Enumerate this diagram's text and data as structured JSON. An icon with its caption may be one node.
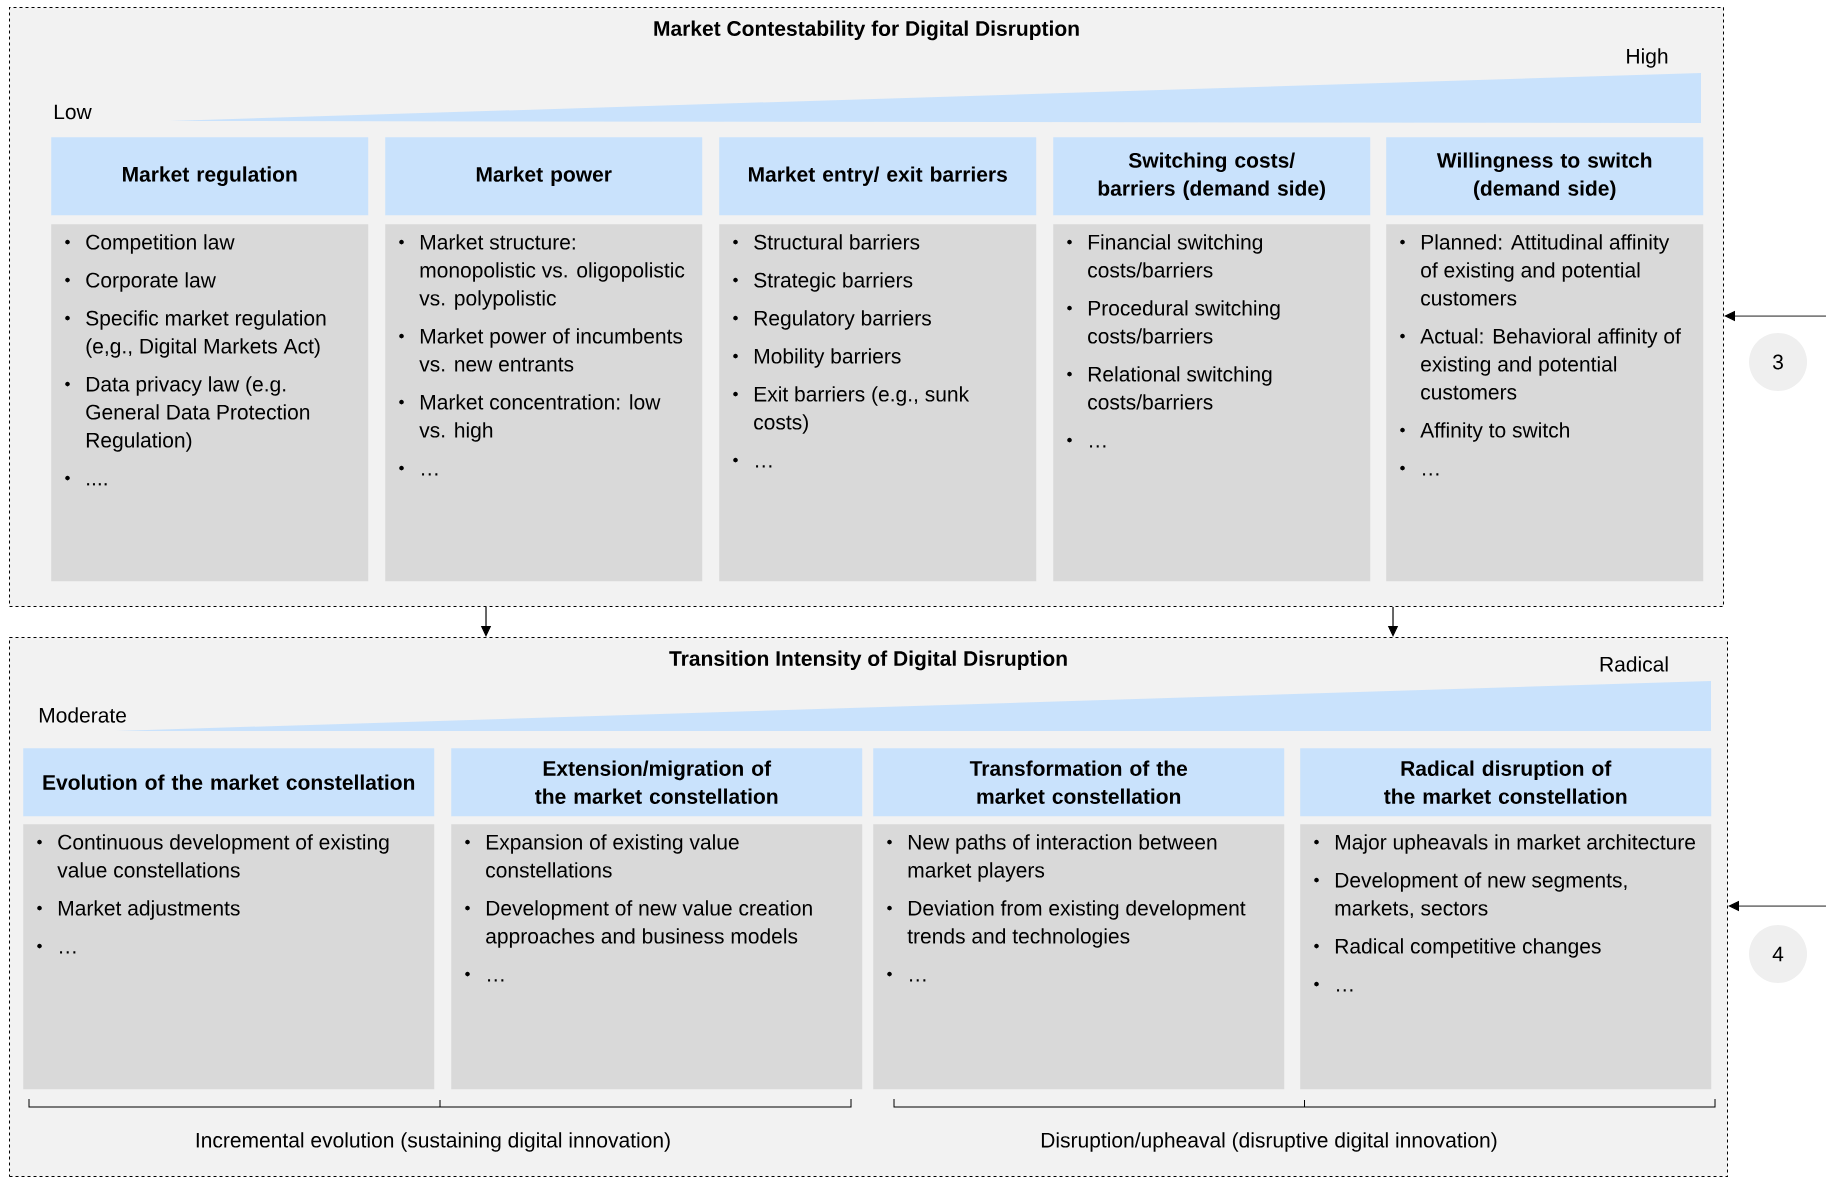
{
  "diagram": {
    "nodes": [
      {
        "text": [
          "Market Contestability for Digital Disruption"
        ]
      },
      {
        "text": [
          "Market regulation"
        ],
        "in": 0
      },
      {
        "text": [
          "Market power"
        ],
        "in": 0
      },
      {
        "text": [
          "Market entry/ exit barriers"
        ],
        "in": 0
      },
      {
        "text": [
          "Switching costs/ barriers (demand side)"
        ],
        "in": 0
      },
      {
        "text": [
          "Willingness to switch (demand side)"
        ],
        "in": 0
      },
      {
        "text": [
          "Competition law",
          "Corporate law",
          "Specific market regulation (e,g., Digital Markets Act)",
          "Data privacy law (e.g. General Data Protection Regulation)",
          "...."
        ],
        "in": 0
      },
      {
        "text": [
          "Market structure: monopolistic vs. oligopolistic vs. polypolistic",
          "Market power of incumbents vs. new entrants",
          "Market concentration: low vs. high",
          "…"
        ],
        "in": 0
      },
      {
        "text": [
          "Structural barriers",
          "Strategic barriers",
          "Regulatory barriers",
          "Mobility barriers",
          "Exit barriers (e.g., sunk costs)",
          "…"
        ],
        "in": 0
      },
      {
        "text": [
          "Financial switching costs/barriers",
          "Procedural switching costs/barriers",
          "Relational switching costs/barriers",
          "…"
        ],
        "in": 0
      },
      {
        "text": [
          "Planned: Attitudinal affinity of existing and potential customers",
          "Actual: Behavioral affinity of existing and potential customers",
          "Affinity to switch",
          "…"
        ],
        "in": 0
      },
      {
        "text": [
          "Transition Intensity of Digital Disruption"
        ]
      },
      {
        "text": [
          "Evolution of the market constellation"
        ],
        "in": 11
      },
      {
        "text": [
          "Extension/migration of the market constellation"
        ],
        "in": 11
      },
      {
        "text": [
          "Transformation of the market constellation"
        ],
        "in": 11
      },
      {
        "text": [
          "Radical disruption of the market constellation"
        ],
        "in": 11
      },
      {
        "text": [
          "Continuous development of existing value constellations",
          "Market adjustments",
          "…"
        ],
        "in": 11
      },
      {
        "text": [
          "Expansion of existing value constellations",
          "Development of new value creation approaches and business models",
          "…"
        ],
        "in": 11
      },
      {
        "text": [
          "New paths of interaction between market players",
          "Deviation from existing development trends and technologies",
          "…"
        ],
        "in": 11
      },
      {
        "text": [
          "Major upheavals in market architecture",
          "Development of new segments, markets, sectors",
          "Radical competitive changes",
          "…"
        ],
        "in": 11
      },
      {
        "text": [
          "3"
        ]
      },
      {
        "text": [
          "4"
        ]
      }
    ],
    "edges": [
      {
        "from": null,
        "to": 0,
        "arrow": "to"
      },
      {
        "from": null,
        "to": 11,
        "arrow": "to"
      },
      {
        "from": 0,
        "to": 11,
        "arrow": "to"
      },
      {
        "from": 0,
        "to": 11,
        "arrow": "to"
      }
    ],
    "labels": [
      "High",
      "Low",
      "Radical",
      "Moderate",
      "Incremental evolution (sustaining digital innovation)",
      "Disruption/upheaval (disruptive digital innovation)"
    ]
  }
}
